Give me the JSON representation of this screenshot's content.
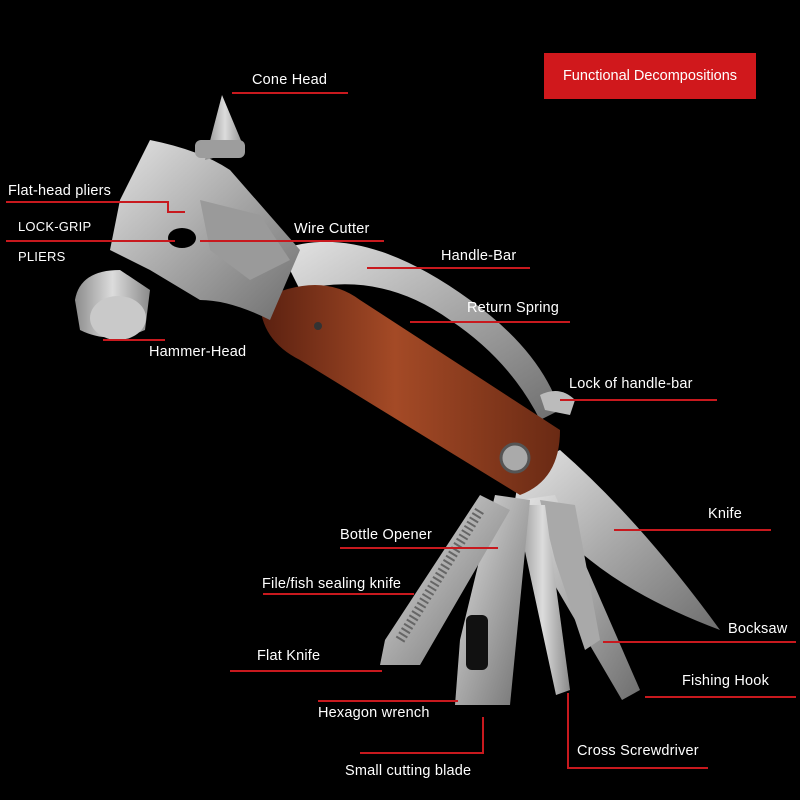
{
  "badge": {
    "text": "Functional Decompositions",
    "color": "#d0181c"
  },
  "labels": {
    "cone_head": "Cone Head",
    "flat_head_pliers": "Flat-head pliers",
    "lock_grip_line1": "LOCK-GRIP",
    "lock_grip_line2": "PLIERS",
    "wire_cutter": "Wire Cutter",
    "handle_bar": "Handle-Bar",
    "return_spring": "Return Spring",
    "hammer_head": "Hammer-Head",
    "lock_of_handle_bar": "Lock of handle-bar",
    "knife": "Knife",
    "bottle_opener": "Bottle Opener",
    "file_fish_sealing_knife": "File/fish sealing knife",
    "bocksaw": "Bocksaw",
    "flat_knife": "Flat Knife",
    "fishing_hook": "Fishing Hook",
    "hexagon_wrench": "Hexagon wrench",
    "cross_screwdriver": "Cross Screwdriver",
    "small_cutting_blade": "Small cutting blade"
  },
  "colors": {
    "leader": "#c8191e",
    "steel": "#b9b9b9",
    "wood": "#8a3a1e"
  }
}
